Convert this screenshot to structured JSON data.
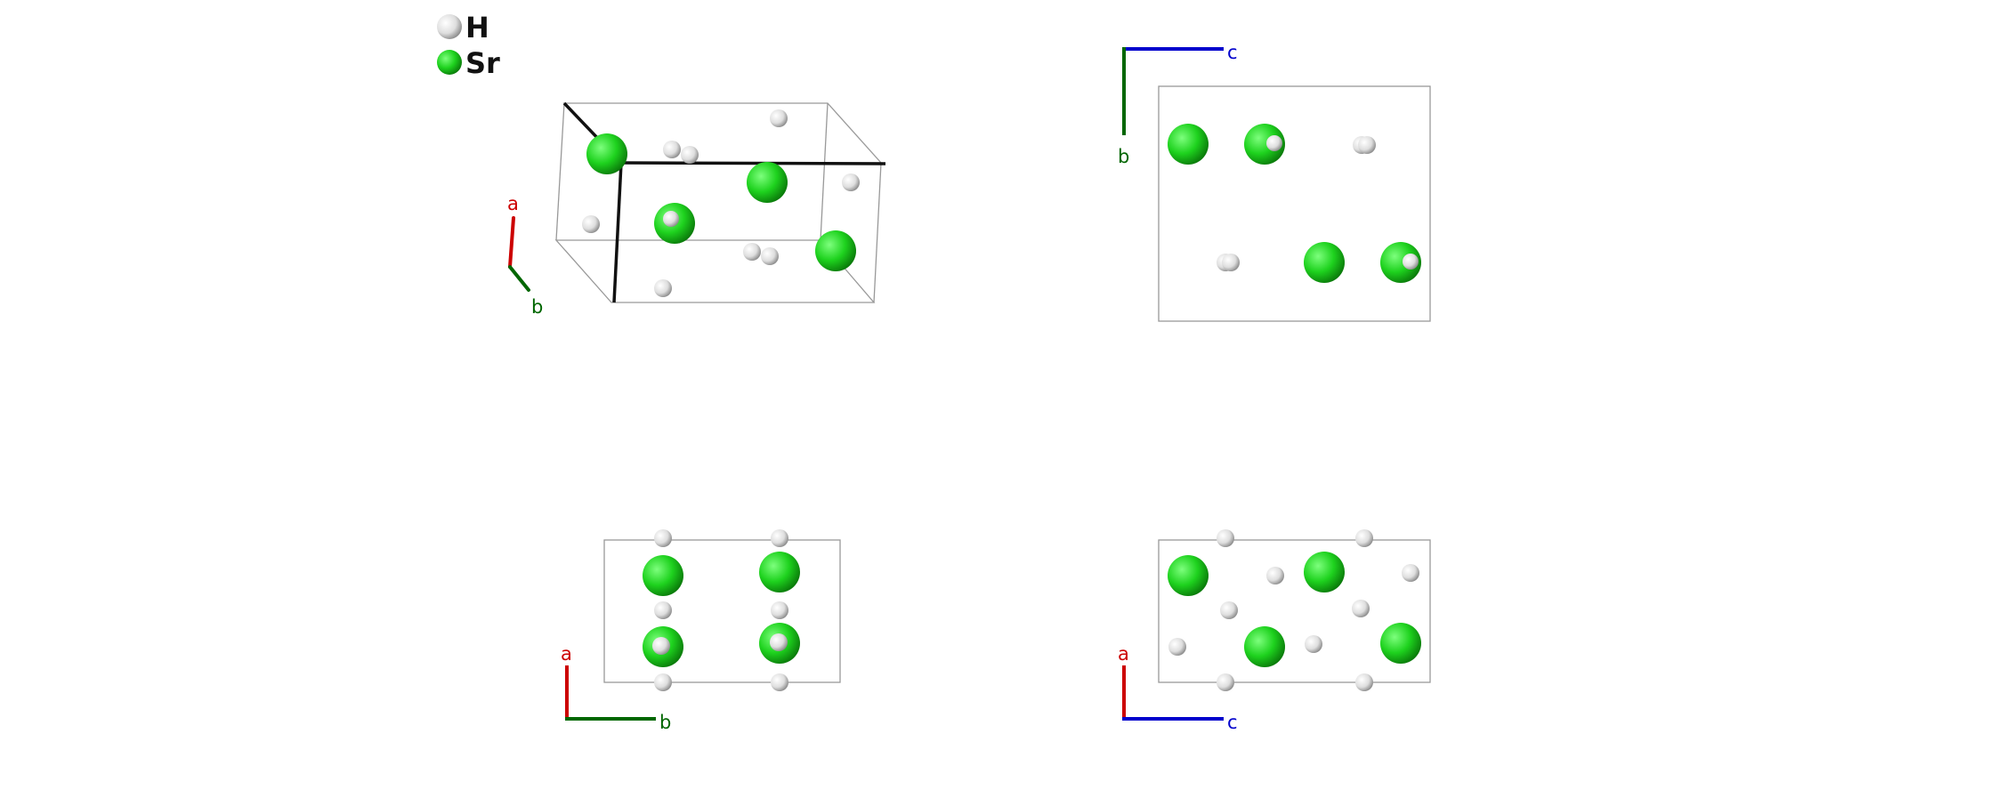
{
  "legend": [
    {
      "element": "H",
      "color": "#e6e6e6"
    },
    {
      "element": "Sr",
      "color": "#22cc22"
    }
  ],
  "axis_colors": {
    "a": "#cc0000",
    "b": "#006600",
    "c": "#0000cc"
  },
  "views": [
    {
      "id": "perspective",
      "axes": [
        "a",
        "b"
      ]
    },
    {
      "id": "along-a",
      "axes": [
        "c",
        "b"
      ]
    },
    {
      "id": "along-c",
      "axes": [
        "a",
        "b"
      ]
    },
    {
      "id": "along-b",
      "axes": [
        "a",
        "c"
      ]
    }
  ]
}
